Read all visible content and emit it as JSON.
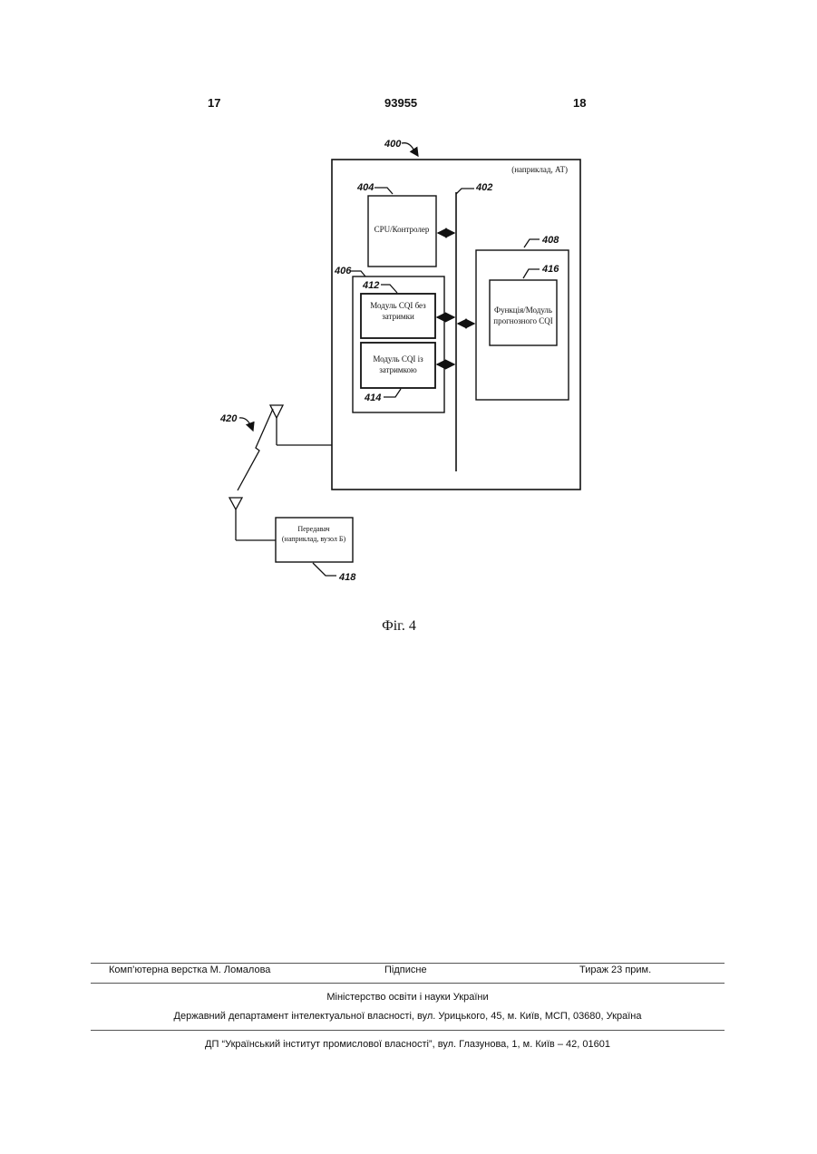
{
  "header": {
    "left_page": "17",
    "patent_number": "93955",
    "right_page": "18"
  },
  "diagram": {
    "device_ref": "400",
    "device_label": "(наприклад, AT)",
    "bus_ref": "402",
    "cpu_ref": "404",
    "cpu_label": "CPU/Контролер",
    "group_ref": "406",
    "memory_ref": "408",
    "cqi_nodelay_ref": "412",
    "cqi_nodelay_line1": "Модуль CQI без",
    "cqi_nodelay_line2": "затримки",
    "cqi_delay_ref": "414",
    "cqi_delay_line1": "Модуль CQI із",
    "cqi_delay_line2": "затримкою",
    "predict_ref": "416",
    "predict_line1": "Функція/Модуль",
    "predict_line2": "прогнозного CQI",
    "transmitter_ref": "418",
    "transmitter_line1": "Передавач",
    "transmitter_line2": "(наприклад, вузол Б)",
    "link_ref": "420"
  },
  "caption": "Фіг. 4",
  "footer": {
    "layout": "Комп’ютерна верстка М. Ломалова",
    "signed": "Підписне",
    "circulation": "Тираж 23 прим.",
    "ministry": "Міністерство освіти і науки України",
    "department": "Державний департамент інтелектуальної власності, вул. Урицького, 45, м. Київ, МСП, 03680, Україна",
    "institute": "ДП “Український інститут промислової власності”, вул. Глазунова, 1, м. Київ – 42, 01601"
  }
}
